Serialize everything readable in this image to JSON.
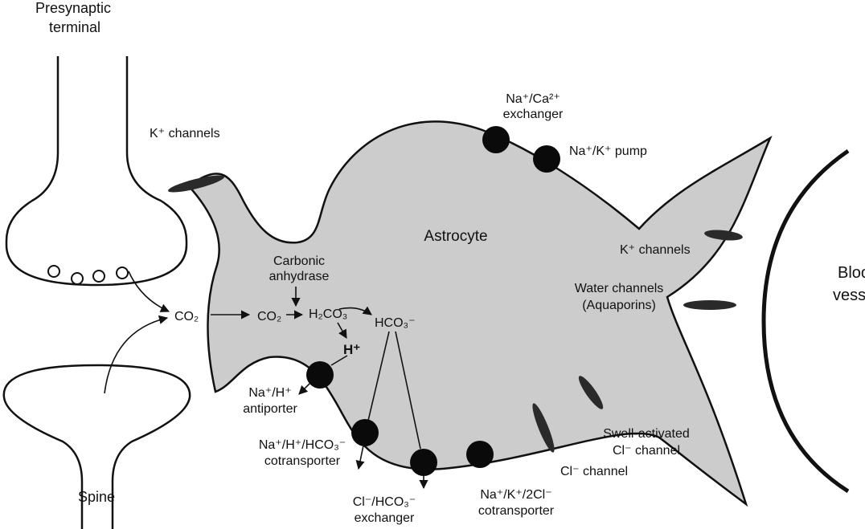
{
  "labels": {
    "presynaptic_line1": "Presynaptic",
    "presynaptic_line2": "terminal",
    "spine": "Spine",
    "astrocyte": "Astrocyte",
    "blood_line1": "Blood",
    "blood_line2": "vessel",
    "k_channels_left": "K⁺ channels",
    "k_channels_right": "K⁺ channels",
    "na_ca_line1": "Na⁺/Ca²⁺",
    "na_ca_line2": "exchanger",
    "na_k_pump": "Na⁺/K⁺ pump",
    "water_line1": "Water channels",
    "water_line2": "(Aquaporins)",
    "carbonic_line1": "Carbonic",
    "carbonic_line2": "anhydrase",
    "co2_outside": "CO₂",
    "co2_inside": "CO₂",
    "h2co3": "H₂CO₃",
    "hco3": "HCO₃⁻",
    "h_ion": "H⁺",
    "na_h_line1": "Na⁺/H⁺",
    "na_h_line2": "antiporter",
    "na_h_hco3_line1": "Na⁺/H⁺/HCO₃⁻",
    "na_h_hco3_line2": "cotransporter",
    "cl_hco3_line1": "Cl⁻/HCO₃⁻",
    "cl_hco3_line2": "exchanger",
    "nkcc_line1": "Na⁺/K⁺/2Cl⁻",
    "nkcc_line2": "cotransporter",
    "cl_channel": "Cl⁻ channel",
    "swell_line1": "Swell-activated",
    "swell_line2": "Cl⁻ channel"
  },
  "colors": {
    "astrocyte_fill": "#cccccc",
    "outline": "#111111",
    "transporter": "#0a0a0a",
    "channel": "#2a2a2a"
  }
}
